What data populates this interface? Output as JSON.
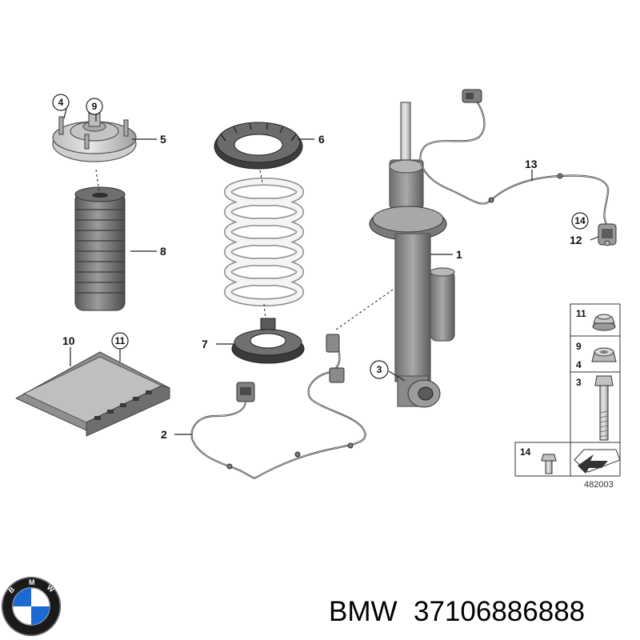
{
  "callouts": {
    "c1": "1",
    "c2": "2",
    "c3": "3",
    "c4": "4",
    "c5": "5",
    "c6": "6",
    "c7": "7",
    "c8": "8",
    "c9": "9",
    "c10": "10",
    "c11": "11",
    "c12": "12",
    "c13": "13",
    "c14": "14"
  },
  "legend": {
    "row_11": "11",
    "row_9": "9",
    "row_4": "4",
    "row_3": "3",
    "row_14": "14"
  },
  "diagram_ref": "482003",
  "caption": {
    "brand": "BMW",
    "part_number": "37106886888"
  },
  "colors": {
    "part_fill": "#d9d9d9",
    "part_dark": "#9a9a9a",
    "logo_blue": "#1c69d4",
    "logo_ring": "#1a1a1a"
  }
}
